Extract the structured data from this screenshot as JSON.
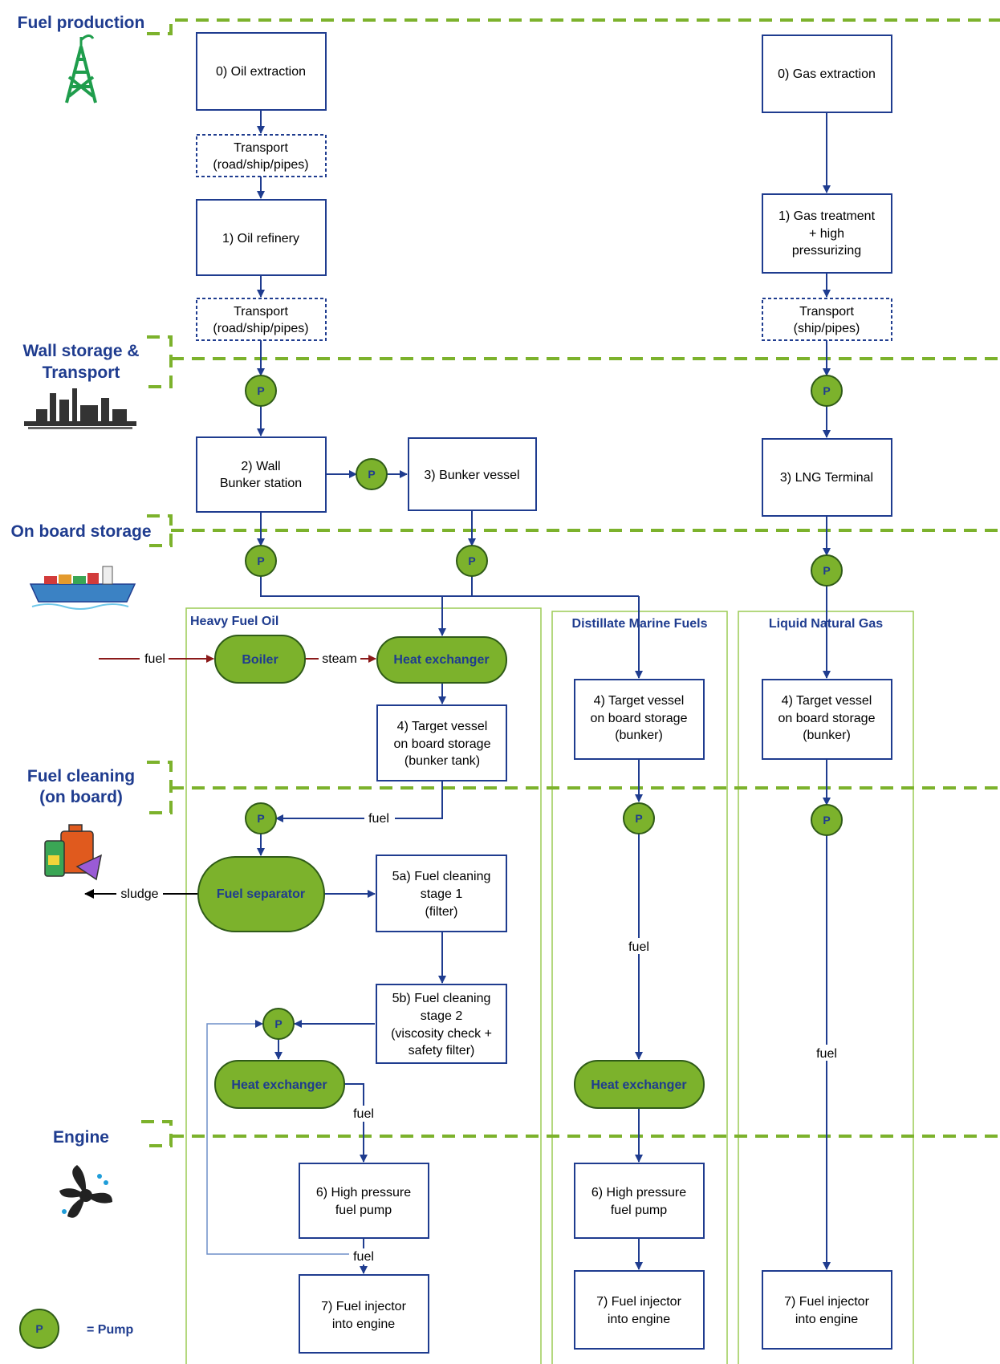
{
  "phases": {
    "fuel_production": "Fuel production",
    "wall_storage_1": "Wall storage &",
    "wall_storage_2": "Transport",
    "on_board_storage": "On board storage",
    "fuel_cleaning_1": "Fuel cleaning",
    "fuel_cleaning_2": "(on board)",
    "engine": "Engine"
  },
  "lanes": {
    "hfo": "Heavy Fuel Oil",
    "dmf": "Distillate Marine Fuels",
    "lng": "Liquid Natural Gas"
  },
  "boxes": {
    "oil_extraction": "0) Oil extraction",
    "gas_extraction": "0) Gas extraction",
    "transport_1a": "Transport",
    "transport_1b": "(road/ship/pipes)",
    "oil_refinery": "1) Oil refinery",
    "gas_treat_1": "1) Gas treatment",
    "gas_treat_2": "+ high",
    "gas_treat_3": "pressurizing",
    "transport_2a": "Transport",
    "transport_2b": "(road/ship/pipes)",
    "transport_3a": "Transport",
    "transport_3b": "(ship/pipes)",
    "wall_bunker_1": "2) Wall",
    "wall_bunker_2": "Bunker station",
    "bunker_vessel": "3) Bunker vessel",
    "lng_terminal": "3) LNG Terminal",
    "target_hfo_1": "4) Target vessel",
    "target_hfo_2": "on board storage",
    "target_hfo_3": "(bunker tank)",
    "target_dmf_1": "4) Target vessel",
    "target_dmf_2": "on board storage",
    "target_dmf_3": "(bunker)",
    "target_lng_1": "4) Target vessel",
    "target_lng_2": "on board storage",
    "target_lng_3": "(bunker)",
    "clean1_1": "5a) Fuel cleaning",
    "clean1_2": "stage 1",
    "clean1_3": "(filter)",
    "clean2_1": "5b) Fuel cleaning",
    "clean2_2": "stage 2",
    "clean2_3": "(viscosity check +",
    "clean2_4": "safety filter)",
    "hpp_hfo_1": "6) High pressure",
    "hpp_hfo_2": "fuel pump",
    "hpp_dmf_1": "6) High pressure",
    "hpp_dmf_2": "fuel pump",
    "inj_hfo_1": "7) Fuel injector",
    "inj_hfo_2": "into engine",
    "inj_dmf_1": "7) Fuel injector",
    "inj_dmf_2": "into engine",
    "inj_lng_1": "7) Fuel injector",
    "inj_lng_2": "into engine"
  },
  "process": {
    "boiler": "Boiler",
    "heat_ex_1": "Heat exchanger",
    "fuel_sep": "Fuel separator",
    "heat_ex_2": "Heat exchanger",
    "heat_ex_3": "Heat exchanger"
  },
  "labels": {
    "fuel_in": "fuel",
    "steam": "steam",
    "fuel_a": "fuel",
    "sludge": "sludge",
    "fuel_b": "fuel",
    "fuel_c": "fuel",
    "fuel_dmf": "fuel",
    "fuel_lng": "fuel"
  },
  "pump": {
    "symbol": "P",
    "legend": "= Pump"
  },
  "colors": {
    "accent_blue": "#1f3c8f",
    "pump_green": "#7cb22c",
    "separator_green": "#7cb22c",
    "steam_red": "#8b1a1a"
  },
  "icons": [
    "oil-derrick-icon",
    "refinery-icon",
    "ship-icon",
    "fuel-can-icon",
    "propeller-icon"
  ]
}
